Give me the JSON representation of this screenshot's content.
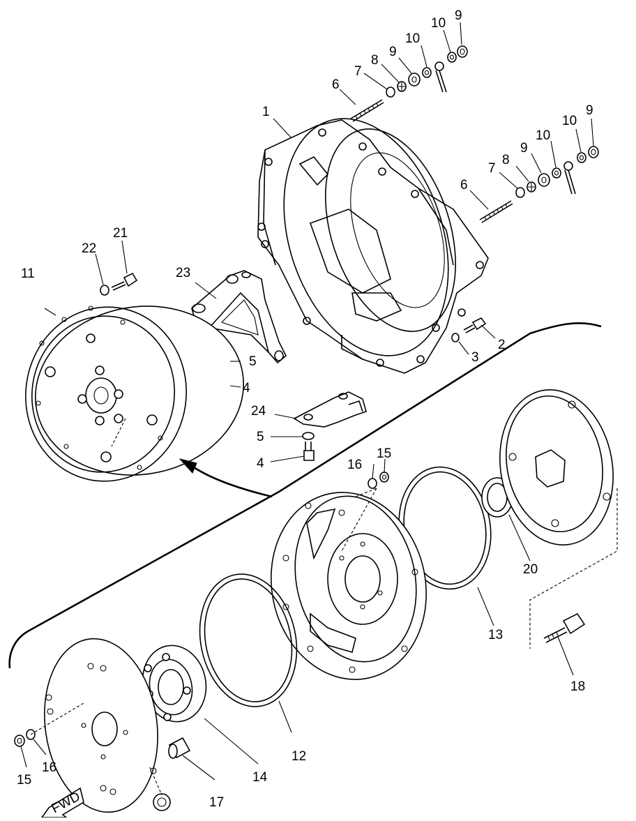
{
  "figure": {
    "fwd_label": "FWD",
    "callouts": [
      {
        "id": "c1",
        "text": "1"
      },
      {
        "id": "c2",
        "text": "2"
      },
      {
        "id": "c3",
        "text": "3"
      },
      {
        "id": "c4a",
        "text": "4"
      },
      {
        "id": "c4b",
        "text": "4"
      },
      {
        "id": "c5a",
        "text": "5"
      },
      {
        "id": "c5b",
        "text": "5"
      },
      {
        "id": "c6a",
        "text": "6"
      },
      {
        "id": "c6b",
        "text": "6"
      },
      {
        "id": "c7a",
        "text": "7"
      },
      {
        "id": "c7b",
        "text": "7"
      },
      {
        "id": "c8a",
        "text": "8"
      },
      {
        "id": "c8b",
        "text": "8"
      },
      {
        "id": "c9a",
        "text": "9"
      },
      {
        "id": "c9b",
        "text": "9"
      },
      {
        "id": "c9c",
        "text": "9"
      },
      {
        "id": "c9d",
        "text": "9"
      },
      {
        "id": "c10a",
        "text": "10"
      },
      {
        "id": "c10b",
        "text": "10"
      },
      {
        "id": "c10c",
        "text": "10"
      },
      {
        "id": "c10d",
        "text": "10"
      },
      {
        "id": "c11",
        "text": "11"
      },
      {
        "id": "c12",
        "text": "12"
      },
      {
        "id": "c13",
        "text": "13"
      },
      {
        "id": "c14",
        "text": "14"
      },
      {
        "id": "c15a",
        "text": "15"
      },
      {
        "id": "c15b",
        "text": "15"
      },
      {
        "id": "c16a",
        "text": "16"
      },
      {
        "id": "c16b",
        "text": "16"
      },
      {
        "id": "c17",
        "text": "17"
      },
      {
        "id": "c18",
        "text": "18"
      },
      {
        "id": "c20",
        "text": "20"
      },
      {
        "id": "c21",
        "text": "21"
      },
      {
        "id": "c22",
        "text": "22"
      },
      {
        "id": "c23",
        "text": "23"
      },
      {
        "id": "c24",
        "text": "24"
      }
    ]
  }
}
